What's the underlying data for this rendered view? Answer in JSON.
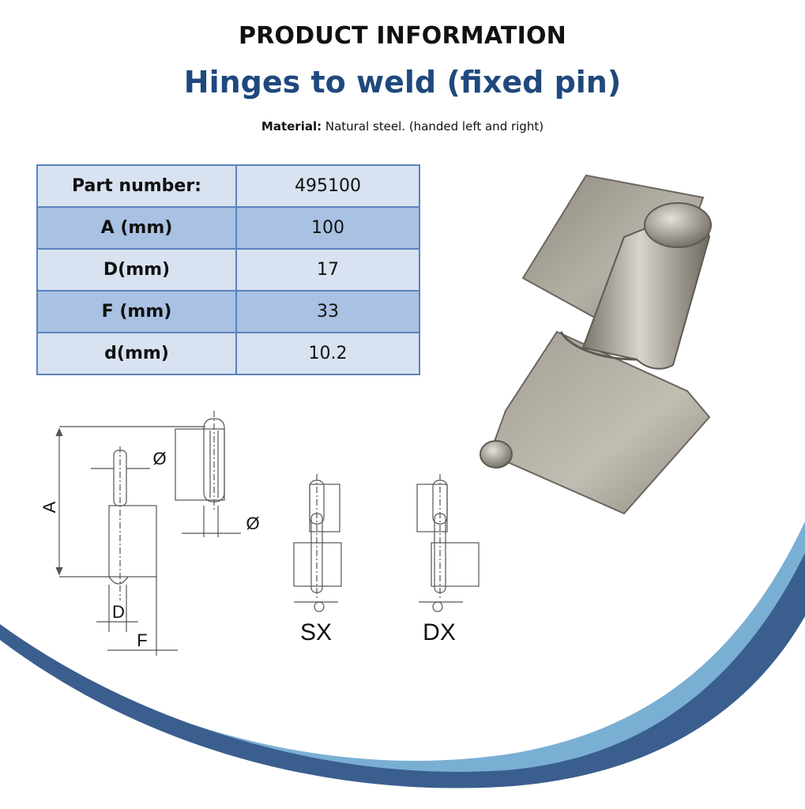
{
  "header": {
    "kicker": "PRODUCT INFORMATION",
    "title": "Hinges to weld (fixed pin)",
    "material_label": "Material:",
    "material_value": " Natural steel. (handed left and right)"
  },
  "specs": [
    {
      "label": "Part number:",
      "value": "495100"
    },
    {
      "label": "A (mm)",
      "value": "100"
    },
    {
      "label": "D(mm)",
      "value": "17"
    },
    {
      "label": "F (mm)",
      "value": "33"
    },
    {
      "label": "d(mm)",
      "value": "10.2"
    }
  ],
  "diagram": {
    "label_a": "A",
    "label_d": "D",
    "label_f": "F",
    "label_dia_top": "Ø",
    "label_dia_bottom": "Ø",
    "label_sx": "SX",
    "label_dx": "DX"
  },
  "colors": {
    "title": "#1f497d",
    "table_border": "#5b82be",
    "row_light": "#d8e2f1",
    "row_dark": "#a9c1e2",
    "wave_light": "#7aafd4",
    "wave_dark": "#3a5e8e"
  }
}
